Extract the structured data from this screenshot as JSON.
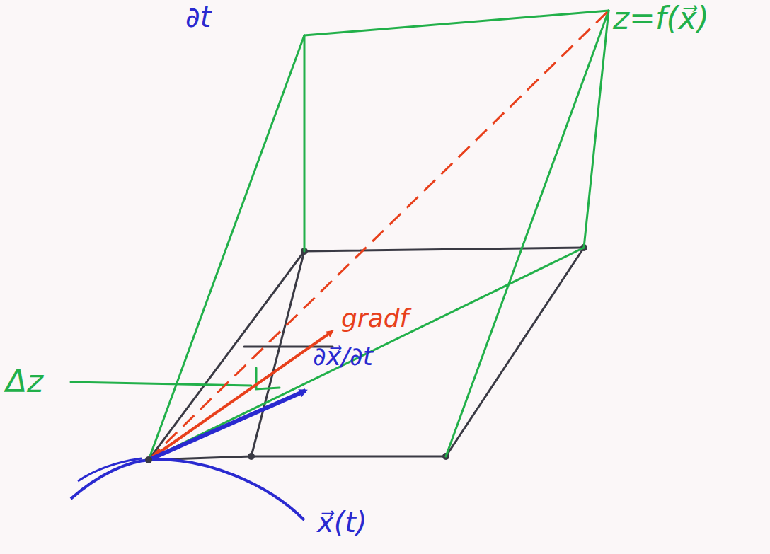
{
  "diagram": {
    "labels": [
      "∂t",
      "z=f(x⃗)",
      "gradf",
      "∂x⃗/∂t",
      "Δz",
      "x⃗(t)"
    ]
  }
}
